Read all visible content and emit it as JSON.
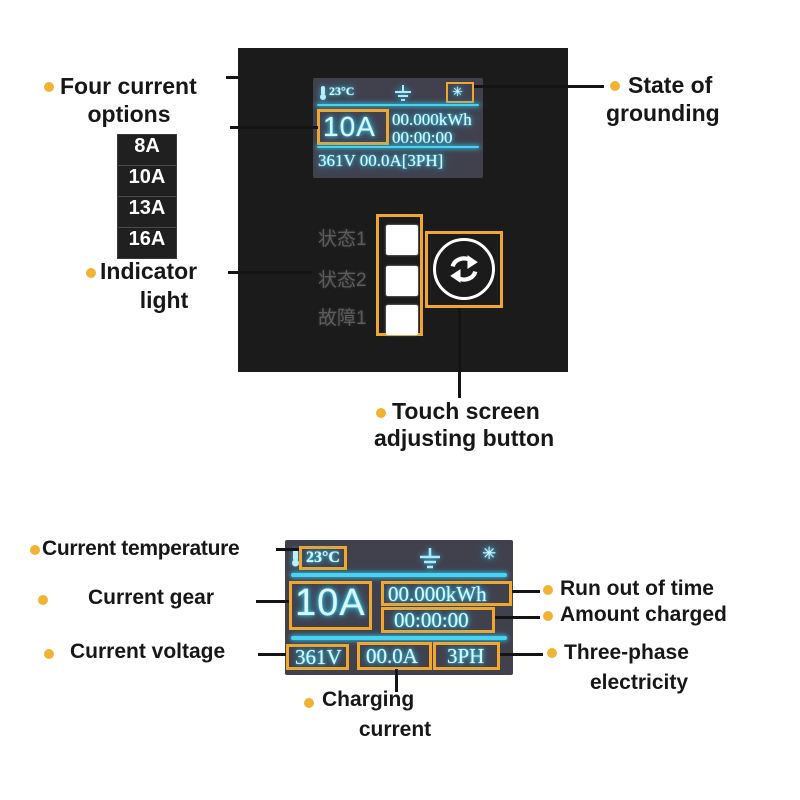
{
  "colors": {
    "accent_orange": "#f1a72e",
    "bullet_orange": "#f2b233",
    "lcd_cyan": "#35cdf2",
    "lcd_background": "#41414e",
    "panel_background": "#1b1b1b"
  },
  "top": {
    "labels": {
      "four_current_1": "Four current",
      "four_current_2": "options",
      "indicator_1": "Indicator",
      "indicator_2": "light",
      "grounding_1": "State of",
      "grounding_2": "grounding",
      "touch_1": "Touch screen",
      "touch_2": "adjusting button"
    },
    "current_options": [
      "8A",
      "10A",
      "13A",
      "16A"
    ],
    "lcd": {
      "temperature": "23°C",
      "gear": "10A",
      "energy": "00.000kWh",
      "time": "00:00:00",
      "status_line": "361V 00.0A[3PH]"
    },
    "indicators": [
      {
        "label": "状态1"
      },
      {
        "label": "状态2"
      },
      {
        "label": "故障1"
      }
    ]
  },
  "bottom": {
    "lcd": {
      "temperature": "23°C",
      "gear": "10A",
      "energy": "00.000kWh",
      "time": "00:00:00",
      "voltage": "361V",
      "current": "00.0A",
      "phase": "3PH"
    },
    "labels": {
      "current_temperature": "Current temperature",
      "current_gear": "Current gear",
      "current_voltage": "Current voltage",
      "run_out_of_time": "Run out of time",
      "amount_charged": "Amount charged",
      "three_phase_1": "Three-phase",
      "three_phase_2": "electricity",
      "charging_1": "Charging",
      "charging_2": "current"
    }
  }
}
